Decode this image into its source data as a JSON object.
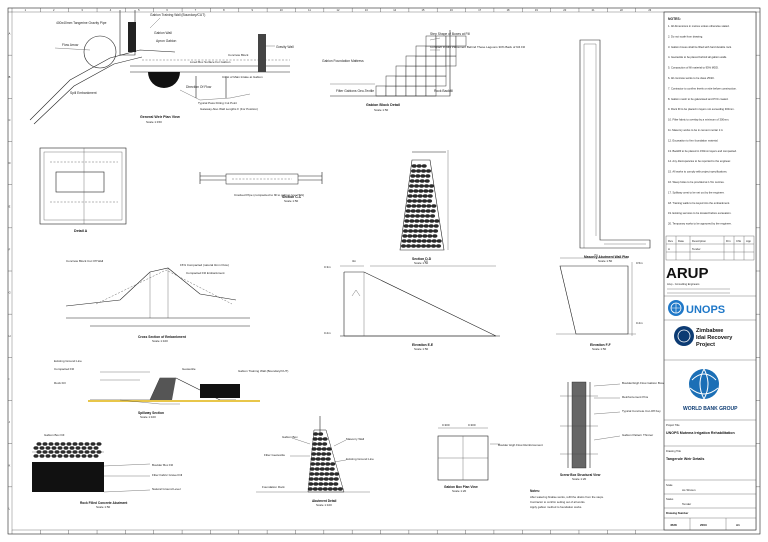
{
  "grid": {
    "columns": [
      "1",
      "2",
      "3",
      "4",
      "5",
      "6",
      "7",
      "8",
      "9",
      "10",
      "11",
      "12",
      "13",
      "14",
      "15",
      "16",
      "17",
      "18",
      "19",
      "20",
      "21",
      "22",
      "23"
    ],
    "rows": [
      "A",
      "B",
      "C",
      "D",
      "E",
      "F",
      "G",
      "H",
      "I",
      "J",
      "K",
      "L"
    ]
  },
  "drawing1": {
    "labels": [
      "Gabion Training Wall (Boundary/CUT)",
      "400x40mm Tangerine Gravity Pipe",
      "Gabion Wall",
      "Apron Gabion",
      "Flow Arrow",
      "Gravity Wall",
      "Spill Embankment",
      "Direction Of Flow",
      "Lined Box Surface For Gabion",
      "Crest of Main Intake at Gabion",
      "Typical Pass Fitting Cut Point",
      "Concrete Block",
      "Gateway Also Wall Lengths F (For Position)"
    ],
    "title": "General Weir Plan View",
    "scale": "Scale 1:150"
  },
  "drawing2": {
    "labels": [
      "Step Shape of Boxes at Fill",
      "Gabion Foundation Mattress",
      "Compact In-situ Placement Behind These Lagoons 30% Back of 9/4 Fill",
      "Filter Gabions Geo-Textile",
      "Rock Backfill"
    ],
    "title": "Gabion Block Detail",
    "scale": "Scale 1:50"
  },
  "drawing3": {
    "title": "Detail A"
  },
  "drawing4": {
    "labels": [
      "Cracked Pipe (compacted to fill to gabion level 5%)"
    ],
    "title": "Section C-C",
    "scale": "Scale 1:50"
  },
  "drawing5": {
    "title": "Section D-D",
    "scale": "Scale 1:50"
  },
  "drawing6": {
    "title": "Masonry Abutment Wall Plan",
    "scale": "Scale 1:50"
  },
  "drawing7": {
    "labels": [
      "Concrete Block Cut Off Wall",
      "15% Compacted (natural 0mm Flow)",
      "Compacted Fill Embankment"
    ],
    "title": "Cross Section of Embankment",
    "scale": "Scale 1:100"
  },
  "drawing8": {
    "dims": [
      "0.3m",
      "3m",
      "1m",
      "0.2m"
    ],
    "title": "Elevation E-E",
    "scale": "Scale 1:50"
  },
  "drawing9": {
    "dims": [
      "7m",
      "0.5m",
      "0.2m"
    ],
    "title": "Elevation F-F",
    "scale": "Scale 1:50"
  },
  "drawing10": {
    "labels": [
      "Existing Ground Line",
      "Compacted Fill",
      "Gabion Training Wall (Boundary/CUT)",
      "Rock Fill",
      "Geotextile"
    ],
    "title": "Spillway Section",
    "scale": "Scale 1:100"
  },
  "drawing11": {
    "labels": [
      "Boulder/High Flow Gabion Boxes",
      "Reinforcement Pins",
      "Typical Concrete Cut-Off Key",
      "Gabion Pattern Thinner"
    ],
    "title": "Screw Box Structural View",
    "scale": "Scale 1:20"
  },
  "drawing12": {
    "labels": [
      "Gabion Box Fill",
      "Boulder Box Fill",
      "Filter Fabric Gravel Fill",
      "Natural Ground Level"
    ],
    "title": "Rock Filled Concrete Abutment",
    "scale": "Scale 1:50"
  },
  "drawing13": {
    "labels": [
      "Gabion Box",
      "Masonry Wall",
      "Filter Geotextile",
      "Existing Ground Line",
      "Foundation Rock"
    ],
    "title": "Abutment Detail",
    "scale": "Scale 1:100"
  },
  "drawing14": {
    "dims": [
      "0.300",
      "0.300"
    ],
    "labels": [
      "Boulder High Flow Reinforcement"
    ],
    "title": "Gabion Box Plan View",
    "scale": "Scale 1:20"
  },
  "notes": {
    "heading": "NOTES:",
    "items": [
      "All dimensions in metres unless otherwise stated.",
      "Do not scale from drawing.",
      "Gabion boxes shall be filled with hard durable rock.",
      "Geotextile to be placed behind all gabion walls.",
      "Compaction of fill material to 95% MDD.",
      "All concrete works to be class 25/20.",
      "Contractor to confirm levels on site before construction.",
      "Gabion mesh to be galvanised and PVC coated.",
      "Rock fill to be placed in layers not exceeding 300mm.",
      "Filter fabric to overlap by a minimum of 300mm.",
      "Masonry works to be in cement mortar 1:4.",
      "Excavation to firm foundation material.",
      "Backfill to be placed in 150mm layers and compacted.",
      "Any discrepancies to be reported to the engineer.",
      "All works to comply with project specifications.",
      "Weep holes to be provided at 1.5m centres.",
      "Spillway crest to be set out by the engineer.",
      "Training walls to be keyed into the embankment.",
      "Existing services to be located before excavation.",
      "Temporary works to be approved by the engineer."
    ]
  },
  "bottom_notes": {
    "heading": "Notes:",
    "items": [
      "After watering finalise works, refill the drains from the steps.",
      "Contractor to confirm setting out of all works.",
      "Apply gabion method to foundation works."
    ]
  },
  "title_block": {
    "rev_header": [
      "Rev",
      "Date",
      "Description",
      "Drn",
      "Chk",
      "App"
    ],
    "rev_rows": [
      [
        "A",
        "",
        "Tender",
        "",
        "",
        ""
      ],
      [
        "",
        "",
        "",
        "",
        "",
        ""
      ]
    ],
    "arup": "ARUP",
    "arup_sub": "Arup - Consulting Engineers",
    "unops": "UNOPS",
    "zim_line1": "Zimbabwe",
    "zim_line2": "Idai Recovery",
    "zim_line3": "Project",
    "world_bank": "WORLD BANK GROUP",
    "project_label": "Project Title",
    "project": "UNOPS Mutema Irrigation Rehabilitation",
    "drawing_label": "Drawing Title",
    "drawing_title": "Tangerule Weir Details",
    "scale_label": "Scale",
    "scale": "As Shown",
    "status_label": "Status",
    "status": "Tender",
    "number_label": "Drawing Number",
    "job": "4528",
    "drg": "2003",
    "rev": "A1"
  }
}
